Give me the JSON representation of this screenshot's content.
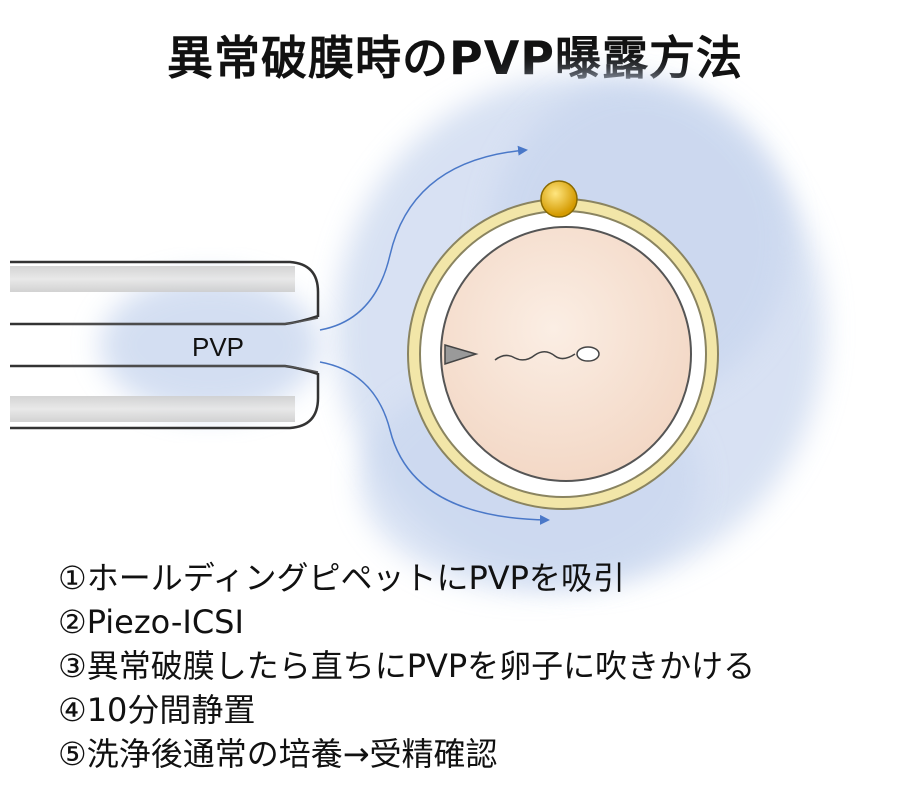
{
  "title": "異常破膜時のPVP曝露方法",
  "diagram": {
    "pipette_label": "PVP",
    "colors": {
      "pvp_cloud": "#c7d5ee",
      "zona_pellucida": "#f2e6a8",
      "oocyte": "#f8e4d6",
      "polar_body": "#e8b400",
      "flow_arrows": "#4a78c8"
    }
  },
  "steps": [
    "①ホールディングピペットにPVPを吸引",
    "②Piezo-ICSI",
    "③異常破膜したら直ちにPVPを卵子に吹きかける",
    "④10分間静置",
    "⑤洗浄後通常の培養→受精確認"
  ]
}
